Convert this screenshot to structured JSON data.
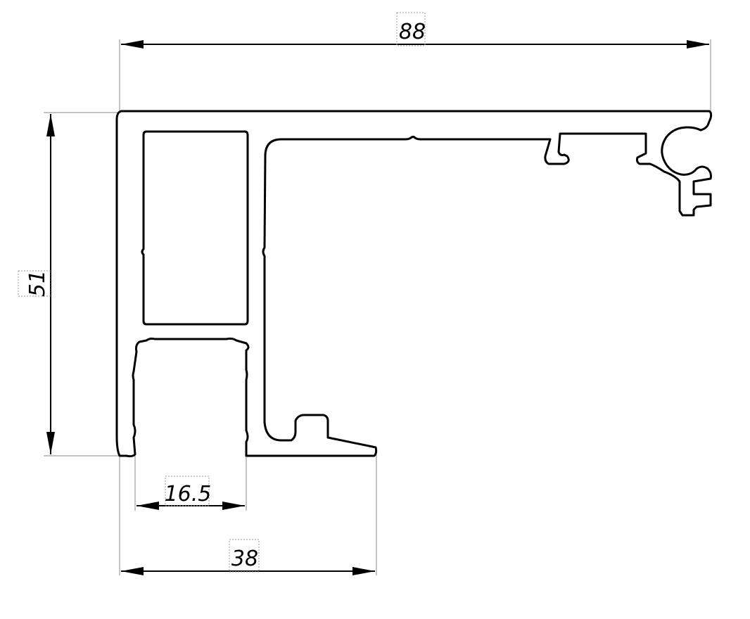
{
  "dimensions": {
    "overall_width": "88",
    "overall_height": "51",
    "lower_width": "38",
    "channel_width": "16.5"
  }
}
